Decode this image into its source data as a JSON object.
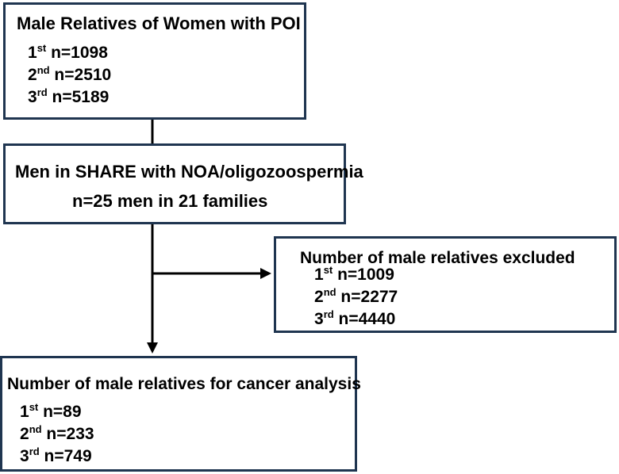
{
  "box1": {
    "title": "Male Relatives of Women with POI",
    "rows": [
      {
        "ord": "1",
        "sup": "st",
        "value": "n=1098"
      },
      {
        "ord": "2",
        "sup": "nd",
        "value": "n=2510"
      },
      {
        "ord": "3",
        "sup": "rd",
        "value": "n=5189"
      }
    ]
  },
  "box2": {
    "title": "Men in SHARE with NOA/oligozoospermia",
    "subtitle": "n=25 men in 21 families"
  },
  "box3": {
    "title": "Number of male relatives excluded",
    "rows": [
      {
        "ord": "1",
        "sup": "st",
        "value": "n=1009"
      },
      {
        "ord": "2",
        "sup": "nd",
        "value": "n=2277"
      },
      {
        "ord": "3",
        "sup": "rd",
        "value": "n=4440"
      }
    ]
  },
  "box4": {
    "title": "Number of male relatives for cancer analysis",
    "rows": [
      {
        "ord": "1",
        "sup": "st",
        "value": "n=89"
      },
      {
        "ord": "2",
        "sup": "nd",
        "value": "n=233"
      },
      {
        "ord": "3",
        "sup": "rd",
        "value": "n=749"
      }
    ]
  },
  "colors": {
    "border": "#1f3550",
    "line": "#000000"
  }
}
